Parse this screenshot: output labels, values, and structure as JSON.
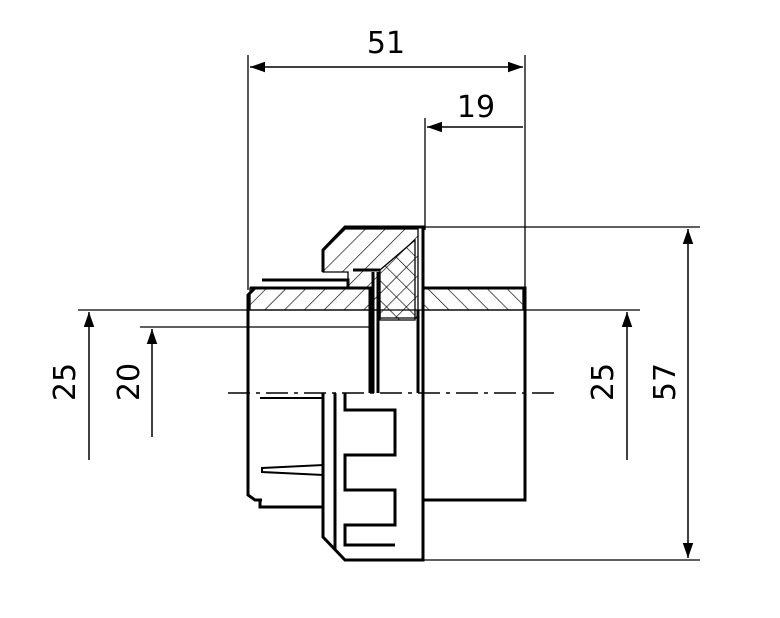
{
  "drawing": {
    "title": "Pipe union cross-section",
    "dimensions": {
      "overall_length": "51",
      "right_body_length": "19",
      "left_bore_outer": "25",
      "left_bore_inner": "20",
      "right_bore": "25",
      "nut_diameter": "57"
    },
    "line_color": "#000000",
    "background": "#ffffff"
  }
}
